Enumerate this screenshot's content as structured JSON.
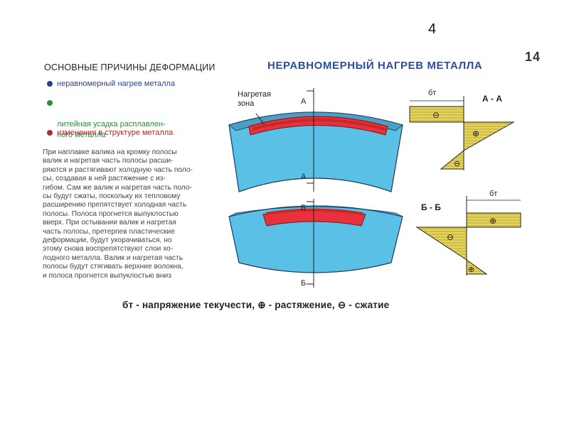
{
  "slide_number": "4",
  "page_number": "14",
  "causes": {
    "title": "ОСНОВНЫЕ ПРИЧИНЫ ДЕФОРМАЦИИ",
    "items": [
      {
        "label": "неравномерный нагрев металла",
        "color": "#2b3f9a"
      },
      {
        "label": "литейная усадка расплавлен-\nного металла",
        "color": "#2a8c3f"
      },
      {
        "label": "изменения в структуре металла",
        "color": "#b02a2a"
      }
    ]
  },
  "body_text": "При наплавке валика на кромку полосы\nвалик и нагретая часть полосы расши-\nряются и растягивают холодную часть поло-\nсы, создавая в ней растяжение с из-\nгибом. Сам же валик и нагретая часть поло-\nсы будут сжаты, поскольку их тепловому\nрасширению препятствует холодная часть\nполосы. Полоса прогнется выпуклостью\nвверх. При остывании валик и нагретая\nчасть полосы, претерпев пластические\nдеформации, будут укорачиваться, но\nэтому снова воспрепятствуют слои хо-\nлодного металла. Валик и нагретая часть\nполосы будут стягивать верхние волокна,\nи полоса прогнется выпуклостью вниз",
  "main_title": "НЕРАВНОМЕРНЫЙ НАГРЕВ МЕТАЛЛА",
  "diagram": {
    "heated_zone_label": "Нагретая\nзона",
    "section_a": "А",
    "section_b": "Б",
    "section_aa": "А - А",
    "section_bb": "Б - Б",
    "sigma_t": "бт",
    "plus": "⊕",
    "minus": "⊖"
  },
  "legend": "бт - напряжение текучести, ⊕ - растяжение, ⊖ - сжатие",
  "colors": {
    "strip_blue": "#5bc0e6",
    "heated_red": "#e8313c",
    "stress_yellow": "#e6d35a",
    "title_blue": "#2b4da0"
  }
}
